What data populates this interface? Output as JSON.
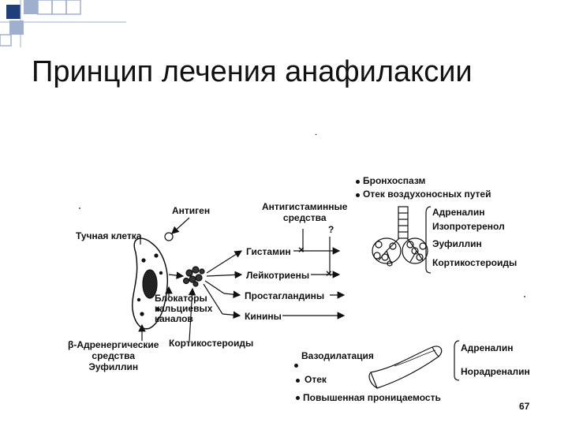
{
  "slide": {
    "title": "Принцип лечения анафилаксии",
    "page_number": "67",
    "colors": {
      "corner_dark": "#1f3f7a",
      "corner_light": "#9fb0cf",
      "ink": "#111111"
    }
  },
  "diagram": {
    "antigen": "Антиген",
    "mast_cell": "Тучная клетка",
    "antihistamines": "Антигистаминные\nсредства",
    "mediators": [
      "Гистамин",
      "Лейкотриены",
      "Простагландины",
      "Кинины"
    ],
    "calcium_blockers": "Блокаторы\nкальциевых\nканалов",
    "beta_agents": "β-Адренергические\nсредства\nЭуфиллин",
    "corticosteroids_left": "Кортикостероиды",
    "lung_effects": [
      "Бронхоспазм",
      "Отек воздухоносных путей"
    ],
    "lung_drugs": [
      "Адреналин",
      "Изопротеренол",
      "Эуфиллин",
      "Кортикостероиды"
    ],
    "vessel_effects": [
      "Вазодилатация",
      "Отек",
      "Повышенная проницаемость"
    ],
    "vessel_drugs": [
      "Адреналин",
      "Норадреналин"
    ],
    "question_mark": "?",
    "block_mark": "×"
  }
}
